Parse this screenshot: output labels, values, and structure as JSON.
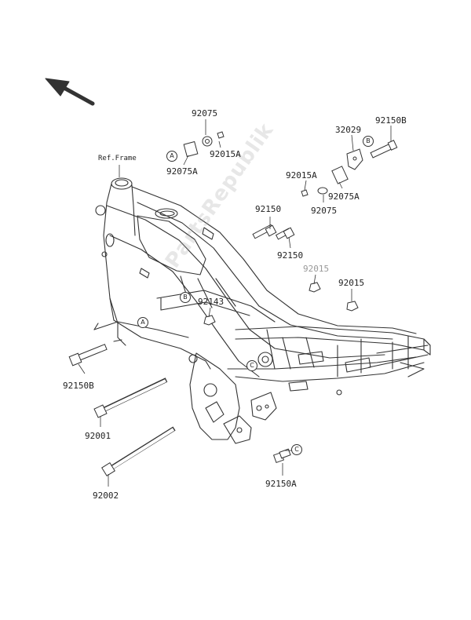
{
  "ref_label": "Ref.Frame",
  "watermark": "PartsRepublik",
  "parts": [
    {
      "id": "92075",
      "text": "92075"
    },
    {
      "id": "92015A",
      "text": "92015A"
    },
    {
      "id": "92075A",
      "text": "92075A"
    },
    {
      "id": "32029",
      "text": "32029"
    },
    {
      "id": "92150B",
      "text": "92150B"
    },
    {
      "id": "92015A",
      "text": "92015A"
    },
    {
      "id": "92075A",
      "text": "92075A"
    },
    {
      "id": "92075",
      "text": "92075"
    },
    {
      "id": "92150",
      "text": "92150"
    },
    {
      "id": "92150",
      "text": "92150"
    },
    {
      "id": "92015",
      "text": "92015"
    },
    {
      "id": "92015",
      "text": "92015"
    },
    {
      "id": "92143",
      "text": "92143"
    },
    {
      "id": "92150B",
      "text": "92150B"
    },
    {
      "id": "92001",
      "text": "92001"
    },
    {
      "id": "92002",
      "text": "92002"
    },
    {
      "id": "92150A",
      "text": "92150A"
    }
  ],
  "callouts": [
    "A",
    "B",
    "B",
    "A",
    "C",
    "C"
  ],
  "colors": {
    "line": "#333333",
    "background": "#ffffff",
    "grey_label": "#999999"
  },
  "icons": [
    "direction-arrow-icon"
  ]
}
